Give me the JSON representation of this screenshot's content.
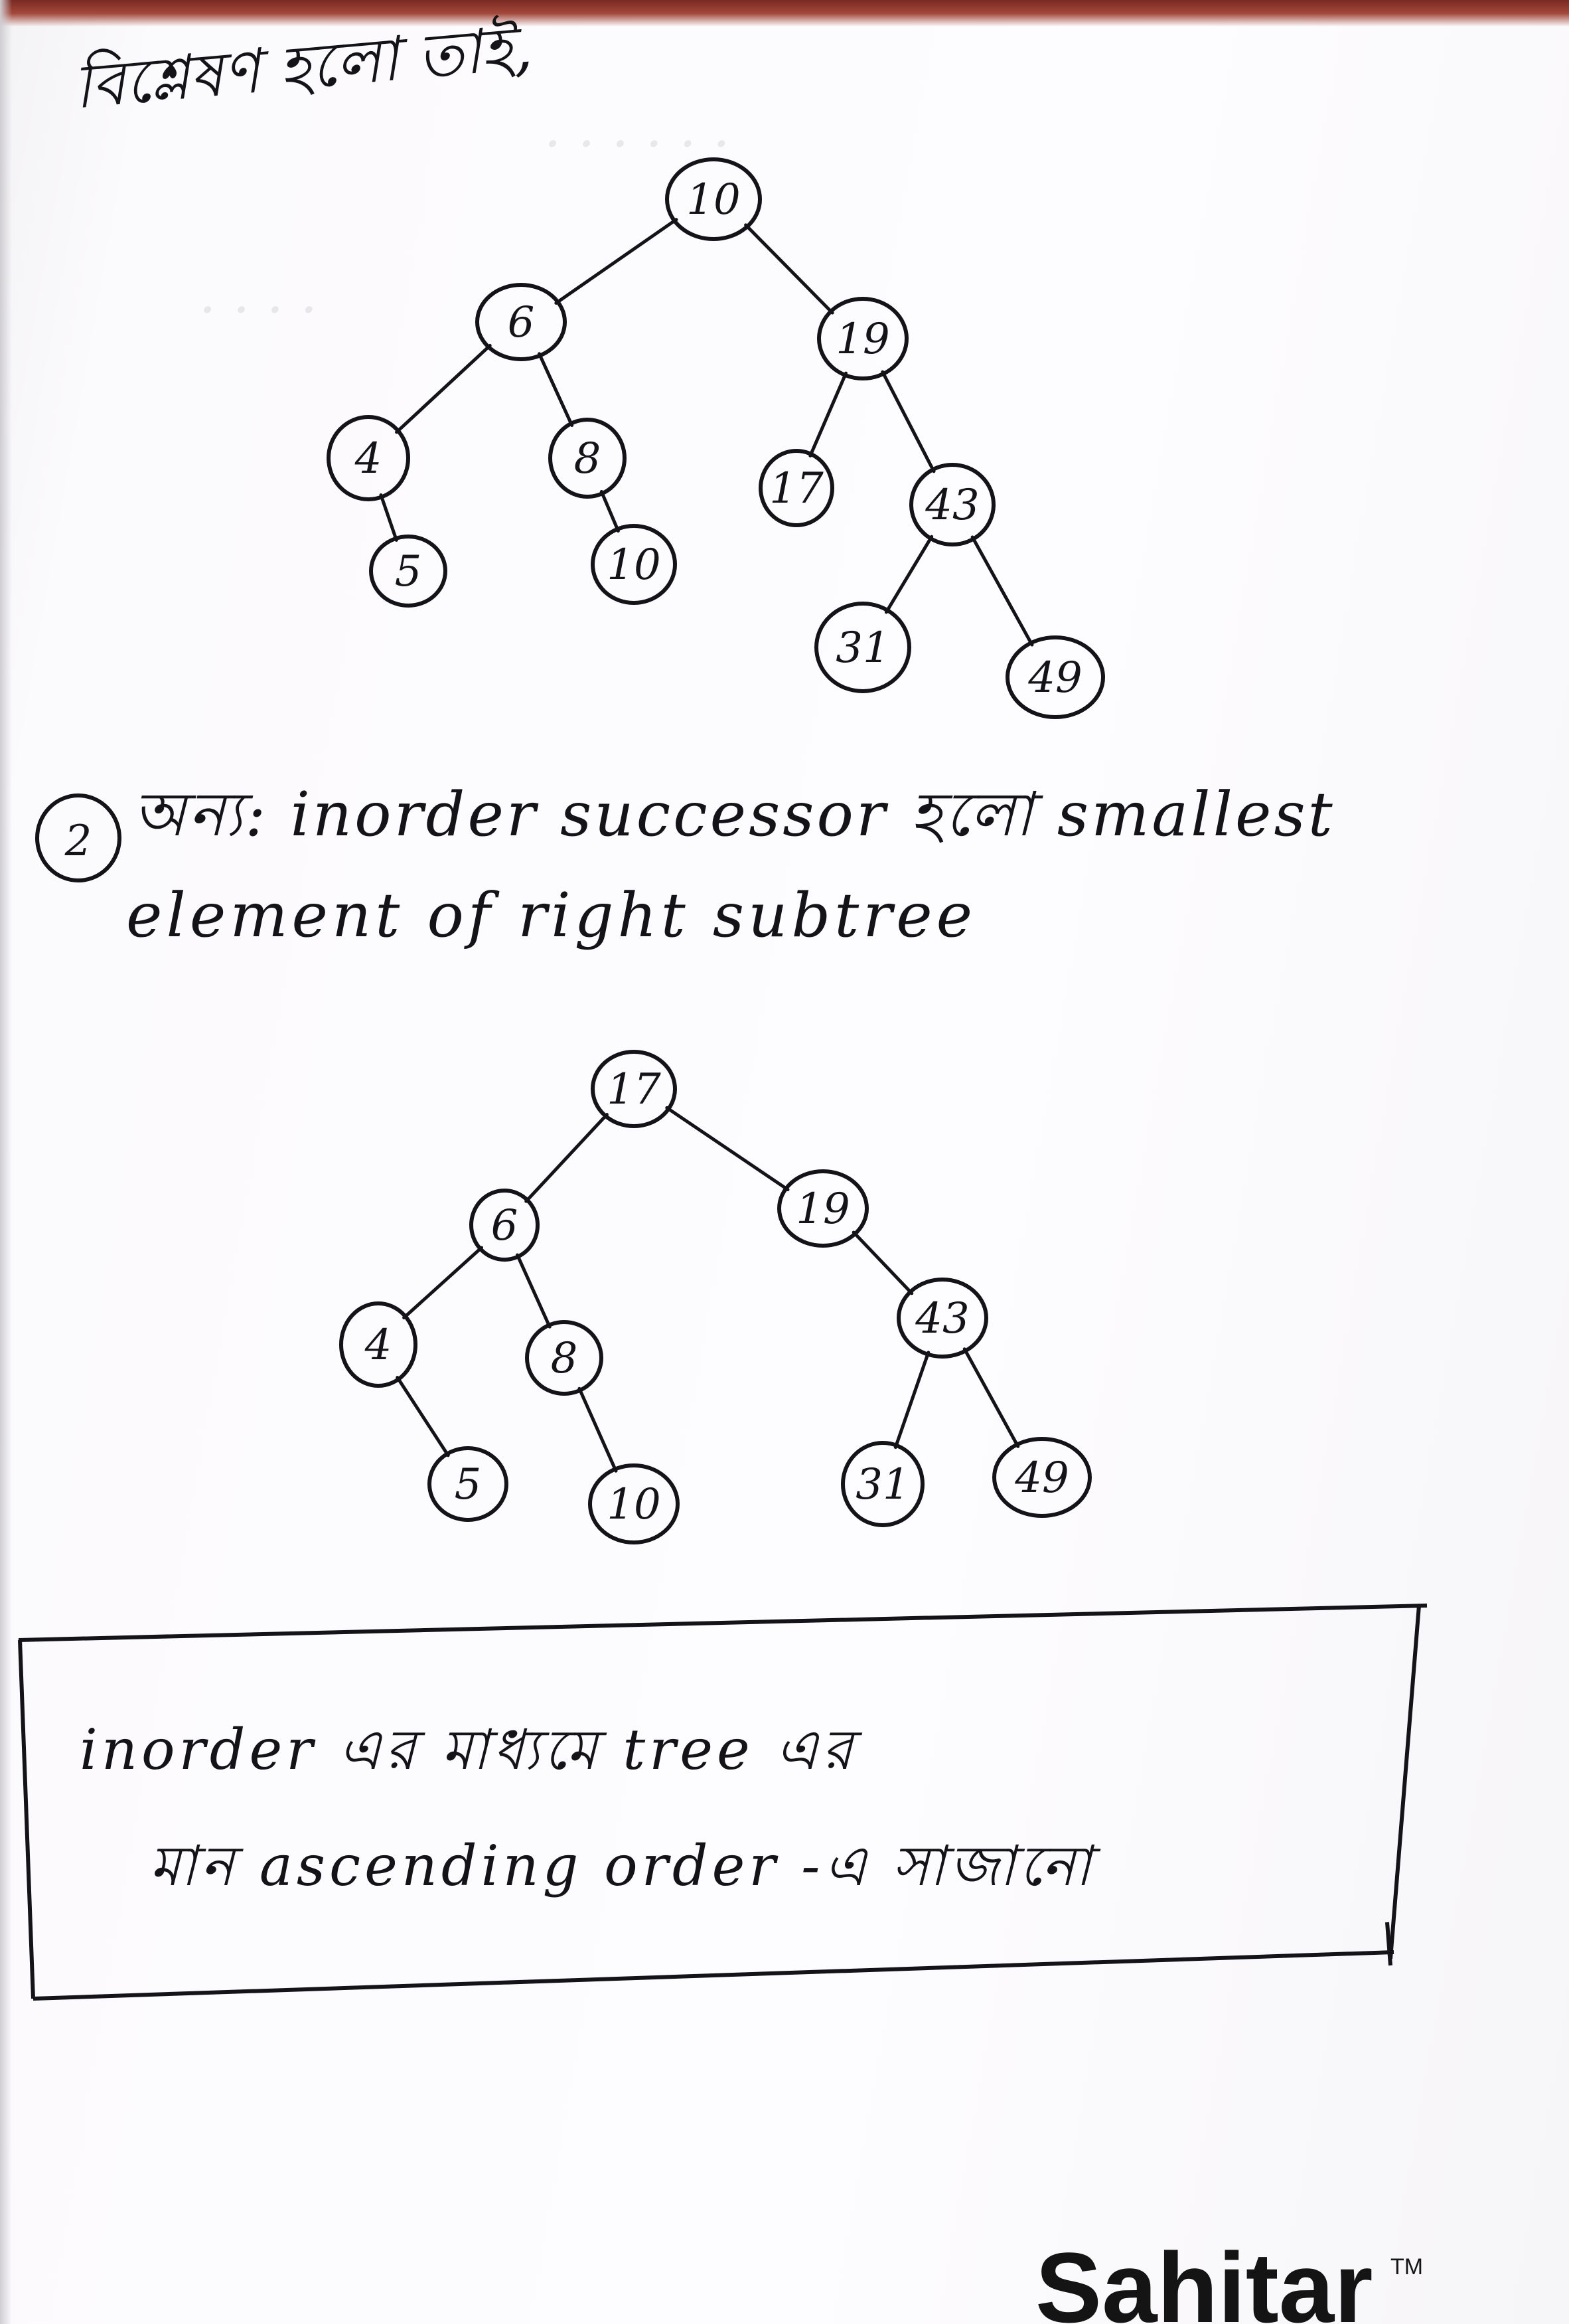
{
  "text": {
    "line1": "বিশ্লেষণ হলো তাই,",
    "circled_number": "2",
    "line2": "অন্য: inorder successor হলো smallest",
    "line3": "element of right subtree",
    "note_line1": "inorder এর মাধ্যমে tree এর",
    "note_line2": "মান ascending order -এ সাজানো",
    "brand": "Sahitar",
    "trademark": "TM"
  },
  "trees": [
    {
      "nodes": [
        {
          "id": "n10",
          "label": "10"
        },
        {
          "id": "n6",
          "label": "6"
        },
        {
          "id": "n19",
          "label": "19"
        },
        {
          "id": "n4",
          "label": "4"
        },
        {
          "id": "n8",
          "label": "8"
        },
        {
          "id": "n17",
          "label": "17"
        },
        {
          "id": "n43",
          "label": "43"
        },
        {
          "id": "n5",
          "label": "5"
        },
        {
          "id": "n10b",
          "label": "10"
        },
        {
          "id": "n31",
          "label": "31"
        },
        {
          "id": "n49",
          "label": "49"
        }
      ],
      "edges": [
        [
          "n10",
          "n6"
        ],
        [
          "n10",
          "n19"
        ],
        [
          "n6",
          "n4"
        ],
        [
          "n6",
          "n8"
        ],
        [
          "n4",
          "n5"
        ],
        [
          "n8",
          "n10b"
        ],
        [
          "n19",
          "n17"
        ],
        [
          "n19",
          "n43"
        ],
        [
          "n43",
          "n31"
        ],
        [
          "n43",
          "n49"
        ]
      ]
    },
    {
      "nodes": [
        {
          "id": "m17",
          "label": "17"
        },
        {
          "id": "m6",
          "label": "6"
        },
        {
          "id": "m19",
          "label": "19"
        },
        {
          "id": "m4",
          "label": "4"
        },
        {
          "id": "m8",
          "label": "8"
        },
        {
          "id": "m43",
          "label": "43"
        },
        {
          "id": "m5",
          "label": "5"
        },
        {
          "id": "m10",
          "label": "10"
        },
        {
          "id": "m31",
          "label": "31"
        },
        {
          "id": "m49",
          "label": "49"
        }
      ],
      "edges": [
        [
          "m17",
          "m6"
        ],
        [
          "m17",
          "m19"
        ],
        [
          "m6",
          "m4"
        ],
        [
          "m6",
          "m8"
        ],
        [
          "m4",
          "m5"
        ],
        [
          "m8",
          "m10"
        ],
        [
          "m19",
          "m43"
        ],
        [
          "m43",
          "m31"
        ],
        [
          "m43",
          "m49"
        ]
      ]
    }
  ]
}
